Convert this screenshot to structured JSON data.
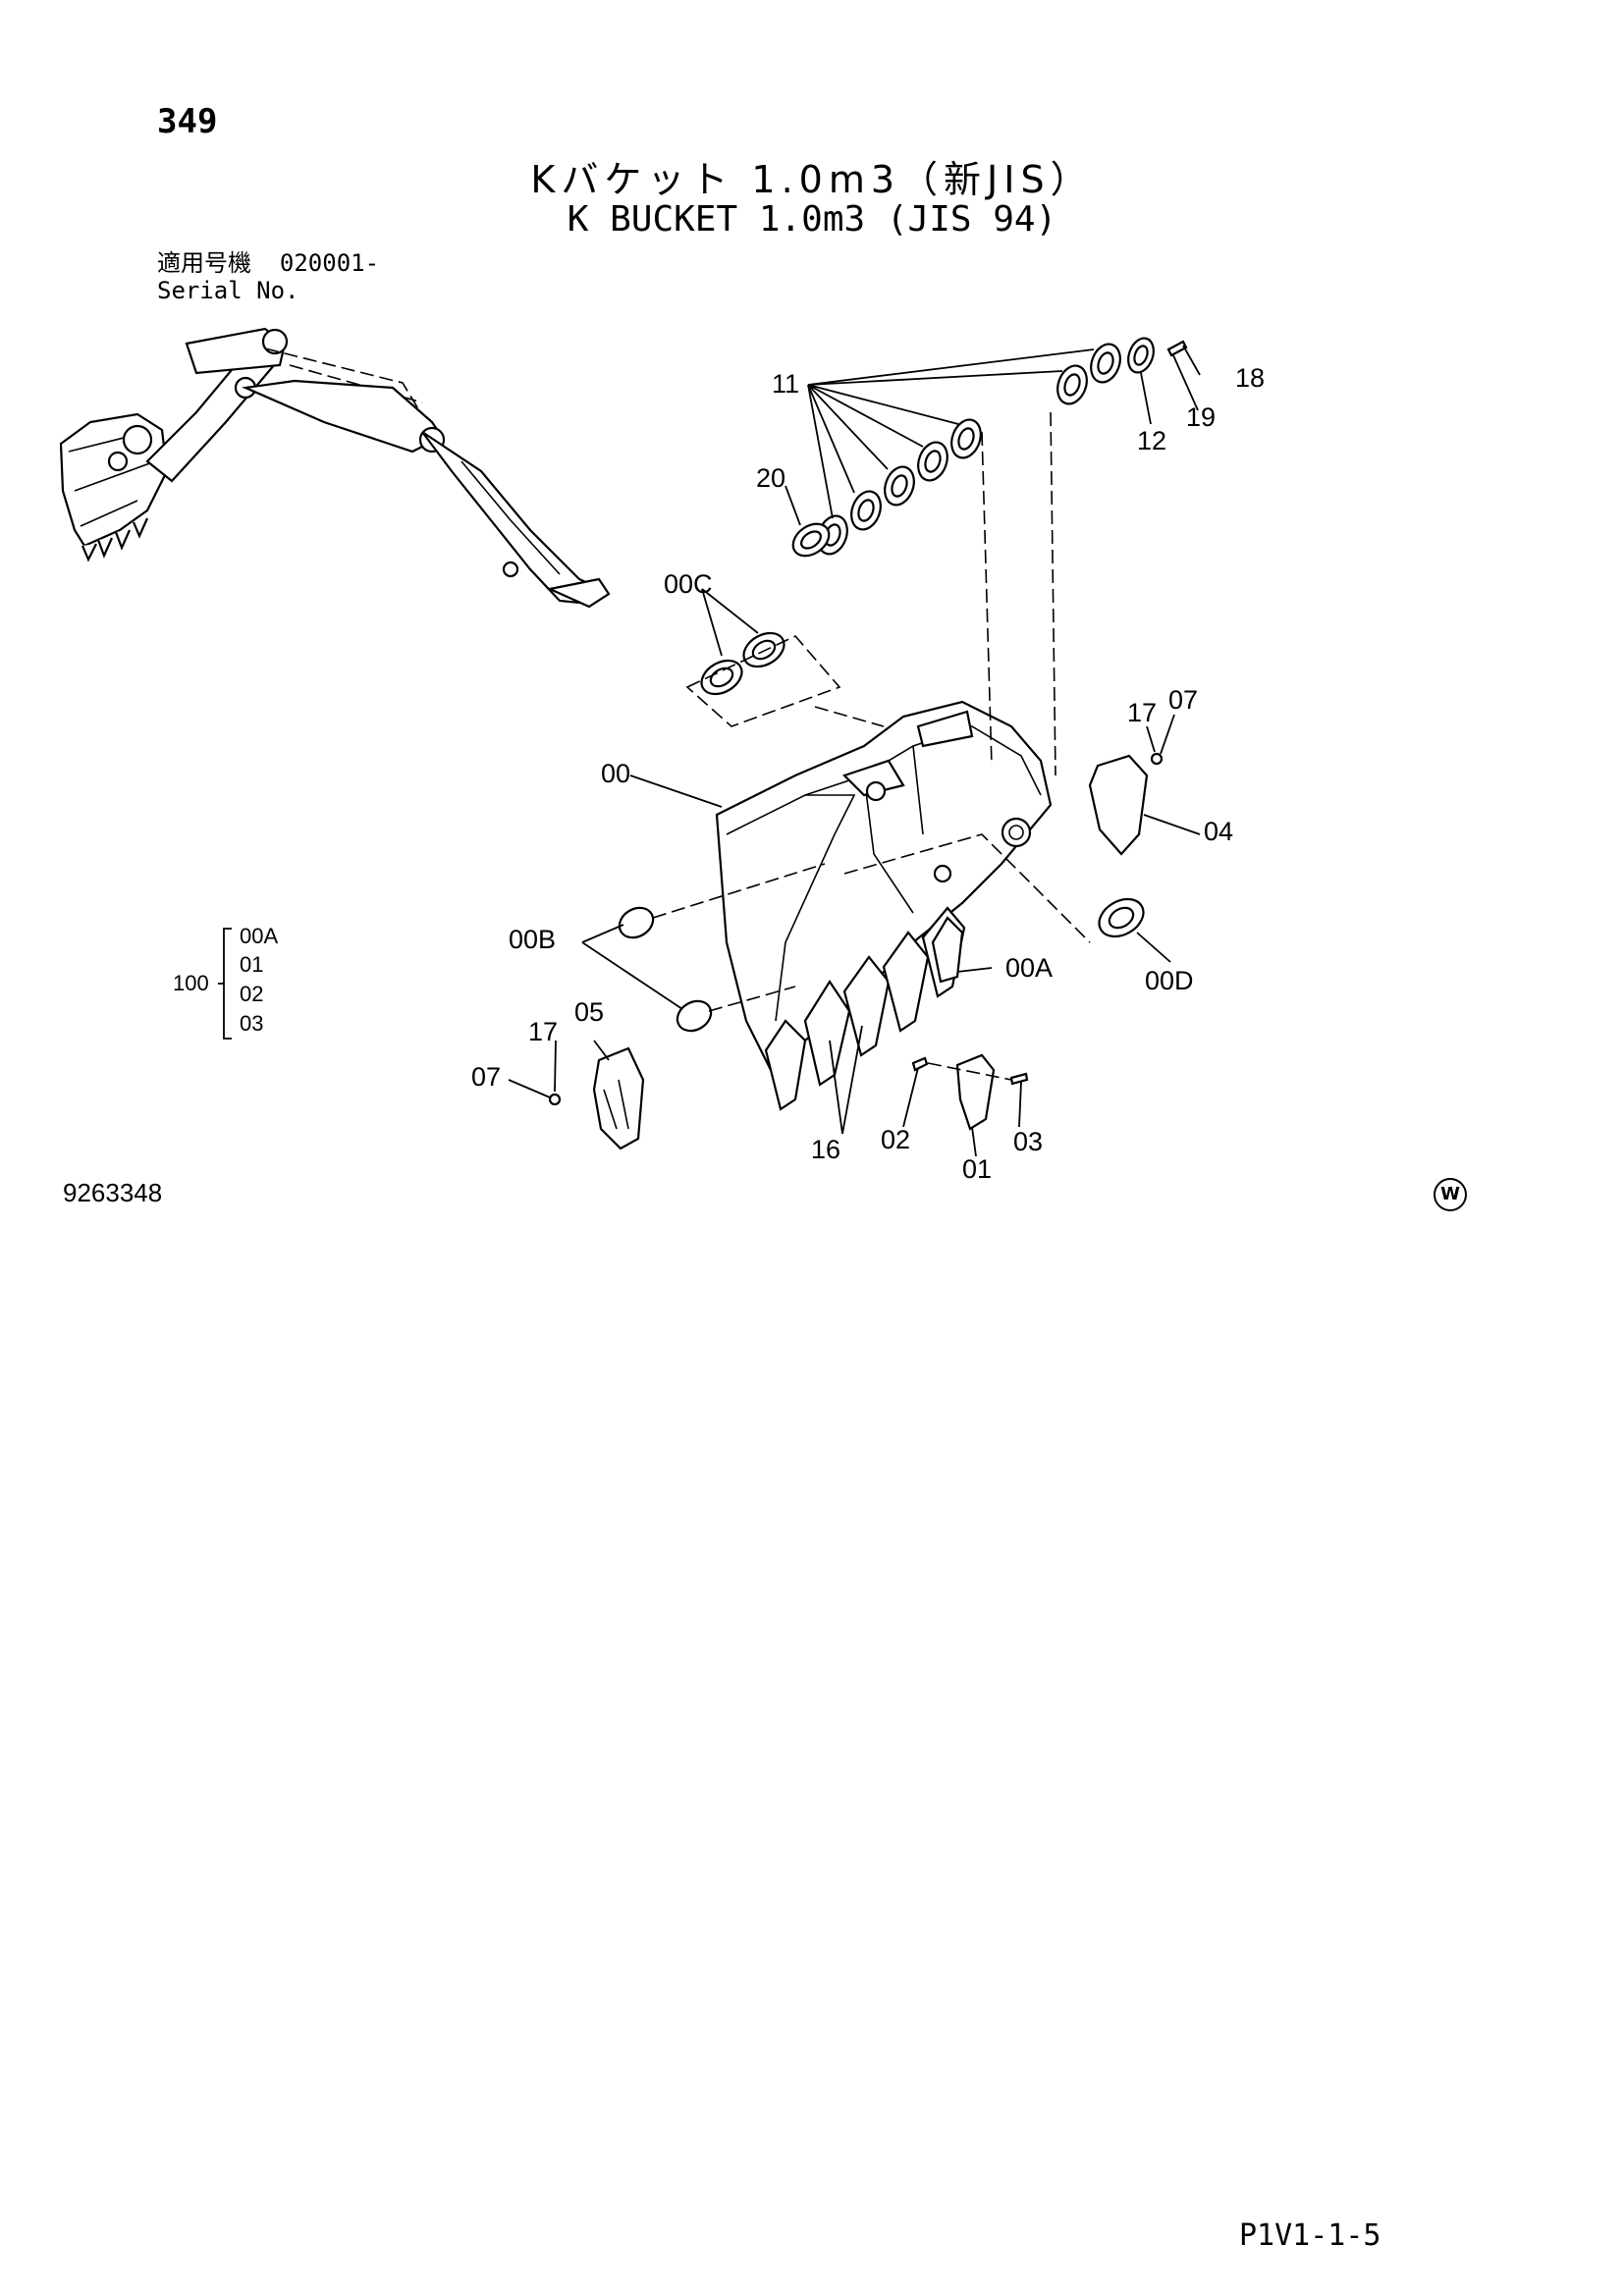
{
  "header": {
    "page_number": "349",
    "title_jp": "Kバケット 1.0m3（新JIS）",
    "title_en": "K BUCKET 1.0m3 (JIS 94)",
    "serial_label_jp": "適用号機",
    "serial_value": "020001-",
    "serial_label_en": "Serial No."
  },
  "parts": {
    "p11": "11",
    "p18": "18",
    "p19": "19",
    "p12": "12",
    "p20": "20",
    "p00C": "00C",
    "p17a": "17",
    "p07a": "07",
    "p00": "00",
    "p04": "04",
    "p00B": "00B",
    "p00A": "00A",
    "p00D": "00D",
    "p17b": "17",
    "p05": "05",
    "p07b": "07",
    "p16": "16",
    "p02": "02",
    "p03": "03",
    "p01": "01"
  },
  "assembly": {
    "label": "100",
    "items": [
      "00A",
      "01",
      "02",
      "03"
    ]
  },
  "footer": {
    "drawing_number": "9263348",
    "mark": "W",
    "page_code": "P1V1-1-5"
  }
}
